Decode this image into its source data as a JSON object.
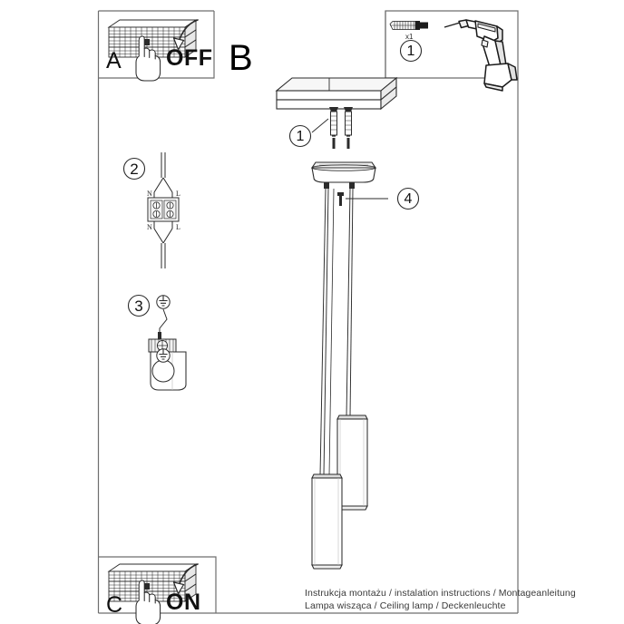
{
  "document": {
    "type": "assembly-instruction-sheet",
    "product_line_1": "Instrukcja montażu / instalation instructions / Montageanleitung",
    "product_line_2": "Lampa wisząca / Ceiling lamp / Deckenleuchte"
  },
  "panels": {
    "a": {
      "letter": "A",
      "action_label": "OFF",
      "icon_breaker": "circuit-breaker-icon",
      "icon_hand": "hand-pointing-icon",
      "icon_arrow": "curved-arrow-icon"
    },
    "b": {
      "letter": "B"
    },
    "c": {
      "letter": "C",
      "action_label": "ON",
      "icon_breaker": "circuit-breaker-icon",
      "icon_hand": "hand-pointing-icon",
      "icon_arrow": "curved-arrow-icon"
    },
    "parts": {
      "number": "1",
      "quantity": "x1",
      "icon_anchor": "wall-anchor-screw-icon",
      "icon_drill": "power-drill-icon"
    }
  },
  "steps": [
    {
      "number": "2",
      "name": "wire-terminal-connection",
      "terminal_labels_top": {
        "left": "N",
        "right": "L"
      },
      "terminal_labels_bottom": {
        "left": "N",
        "right": "L"
      }
    },
    {
      "number": "3",
      "name": "earth-ground-connection",
      "icon_earth": "earth-ground-icon"
    }
  ],
  "callouts": [
    {
      "number": "1",
      "name": "ceiling-screw-anchor-callout"
    },
    {
      "number": "4",
      "name": "canopy-set-screw-callout"
    }
  ],
  "colors": {
    "line": "#2b2b2b",
    "frame": "#6e6e6e",
    "fill_light": "#f2f2f2",
    "fill_mid": "#d8d8d8",
    "fill_dark": "#1b1b1b",
    "text": "#1a1a1a",
    "footer_text": "#3a3a3a"
  }
}
